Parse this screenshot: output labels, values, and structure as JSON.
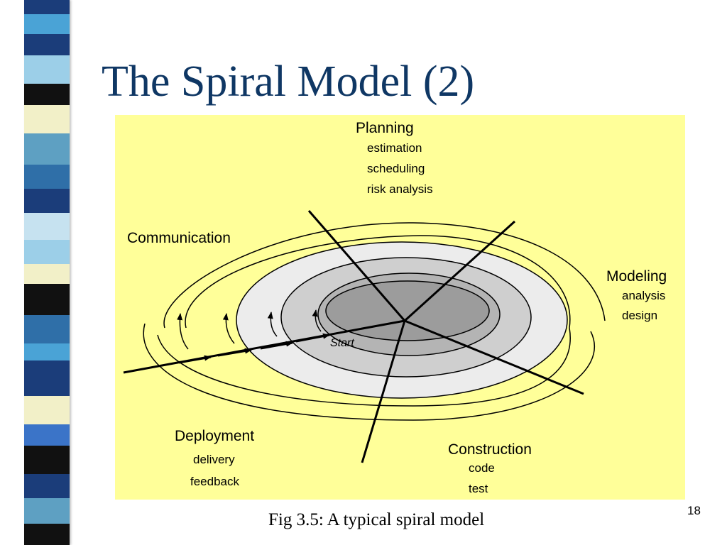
{
  "slide": {
    "title": "The Spiral Model (2)",
    "caption": "Fig 3.5: A typical spiral model",
    "page_number": "18"
  },
  "diagram": {
    "start_label": "Start",
    "quadrants": [
      {
        "name": "Planning",
        "activities": [
          "estimation",
          "scheduling",
          "risk analysis"
        ]
      },
      {
        "name": "Modeling",
        "activities": [
          "analysis",
          "design"
        ]
      },
      {
        "name": "Construction",
        "activities": [
          "code",
          "test"
        ]
      },
      {
        "name": "Deployment",
        "activities": [
          "delivery",
          "feedback"
        ]
      },
      {
        "name": "Communication",
        "activities": []
      }
    ]
  },
  "theme": {
    "title_color": "#0f3764",
    "diagram_background": "#ffff99",
    "spiral_band_colors": [
      "#ececec",
      "#cfcfcf",
      "#b4b4b4",
      "#9c9c9c"
    ],
    "sidebar_colors": [
      "#1b3d7a",
      "#2f6fa8",
      "#4aa3d6",
      "#9ccfe8",
      "#f2f0c8",
      "#111111",
      "#c6e2f0",
      "#3b74c8",
      "#5ea0c2"
    ]
  }
}
